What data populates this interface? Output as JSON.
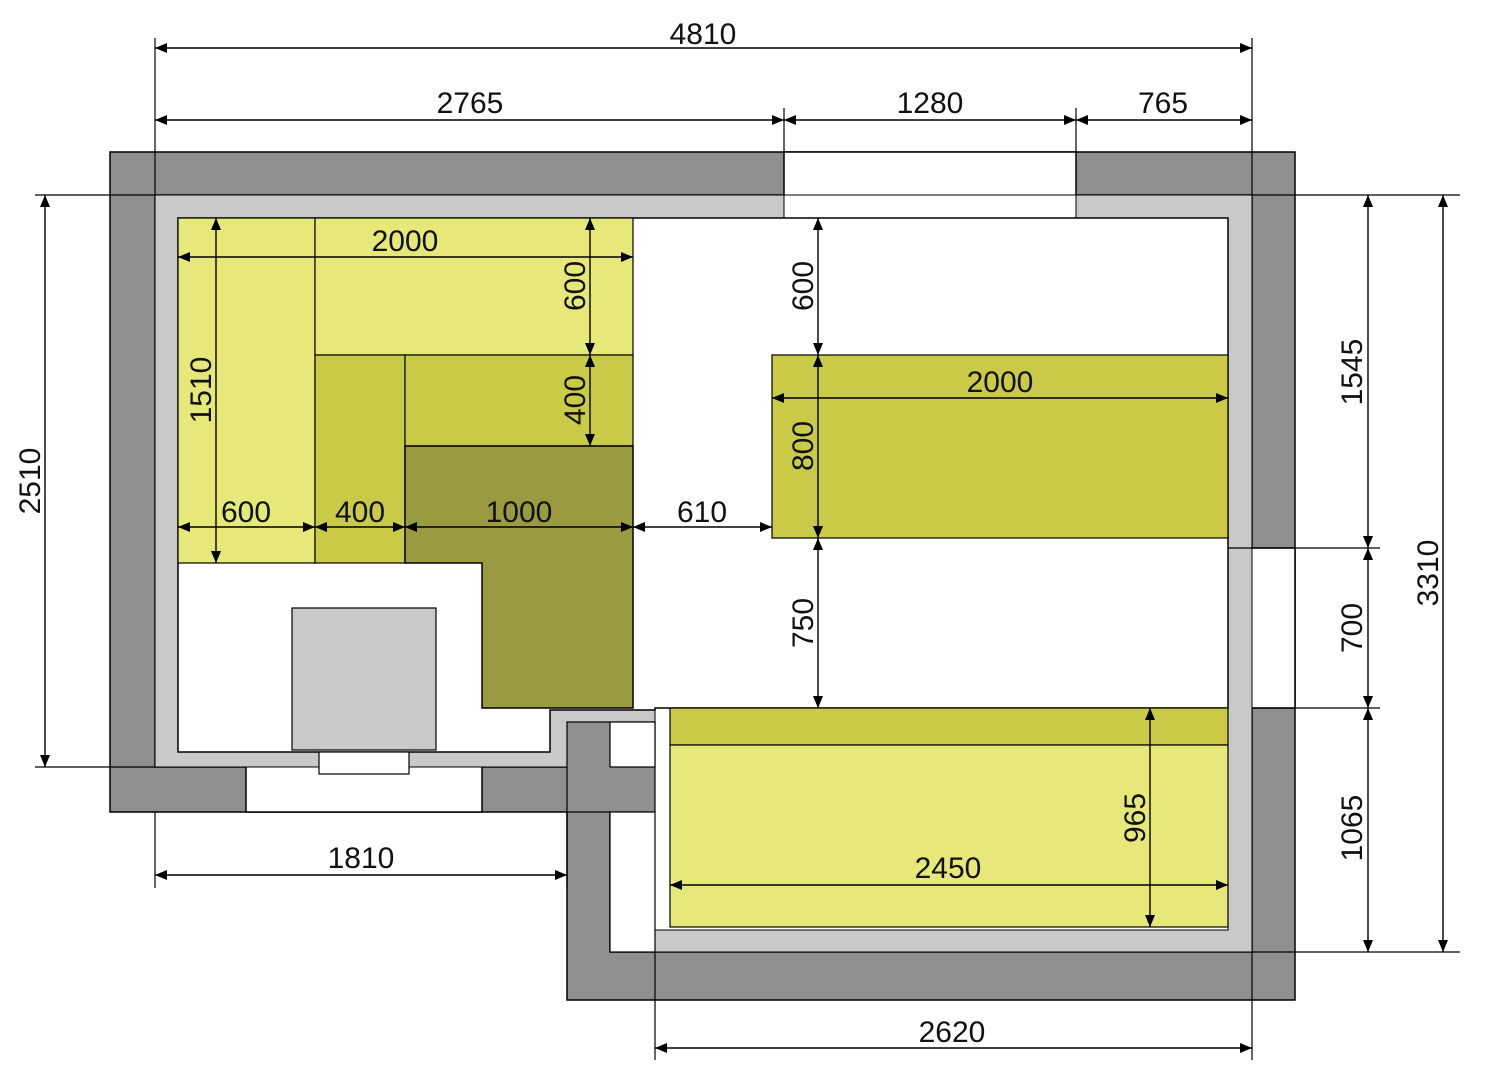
{
  "plan": {
    "colors": {
      "wall": "#8f8f8f",
      "plaster": "#c9c9c9",
      "floor": "#ffffff",
      "zone_light": "#e6e87a",
      "zone_mid": "#c9cb48",
      "zone_dark": "#9a9a40",
      "fixture": "#c9c9c9"
    },
    "dimensions": {
      "total_width": "4810",
      "top_left": "2765",
      "top_middle": "1280",
      "top_right": "765",
      "left_height": "2510",
      "right_upper": "1545",
      "right_middle": "700",
      "right_lower": "1065",
      "right_total": "3310",
      "bottom_left": "1810",
      "bottom_right": "2620",
      "zone_a_width": "2000",
      "zone_a_height": "600",
      "zone_b_height": "400",
      "zone_left_height": "1510",
      "zone_w1": "600",
      "zone_w2": "400",
      "zone_w3": "1000",
      "gap_610": "610",
      "bed_offset": "600",
      "bed_width": "2000",
      "bed_depth": "800",
      "bed_clearance": "750",
      "bottom_zone_height": "965",
      "bottom_zone_width": "2450"
    }
  }
}
